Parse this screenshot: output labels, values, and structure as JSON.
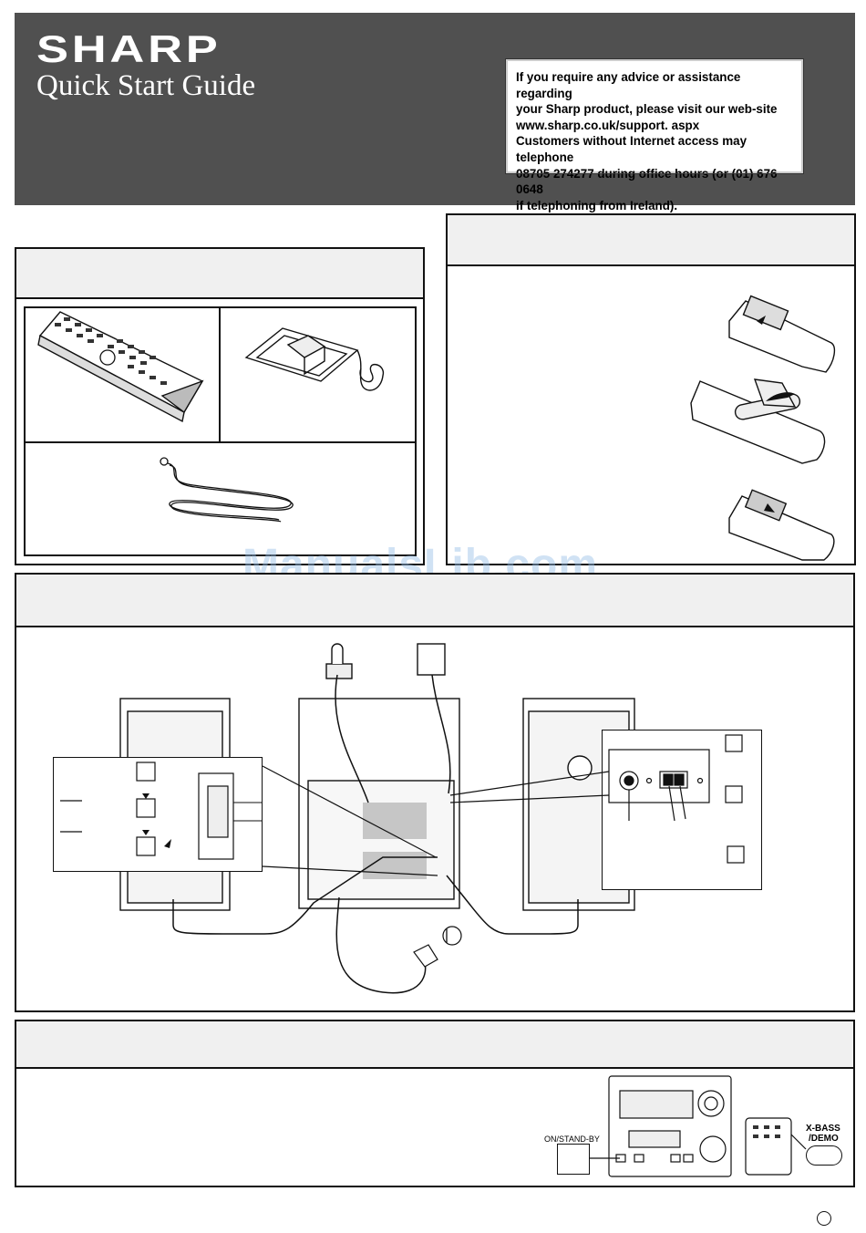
{
  "header": {
    "brand": "SHARP",
    "title": "Quick Start Guide",
    "background_color": "#505050",
    "info_lines": [
      "If you require any advice or assistance regarding",
      "your Sharp product, please visit our web-site",
      "www.sharp.co.uk/support. aspx",
      "Customers without Internet access may telephone",
      "08705 274277 during office hours (or (01) 676 0648",
      "if telephoning from Ireland)."
    ]
  },
  "watermark": "ManualsLib.com",
  "controls": {
    "on_standby_label": "ON/STAND-BY",
    "xbass_label_line1": "X-BASS",
    "xbass_label_line2": "/DEMO"
  },
  "icons": [
    "remote-control-icon",
    "am-loop-antenna-icon",
    "fm-antenna-wire-icon",
    "battery-install-icon",
    "main-unit-rear-icon",
    "speaker-icon",
    "mains-plug-icon",
    "stereo-front-panel-icon"
  ]
}
